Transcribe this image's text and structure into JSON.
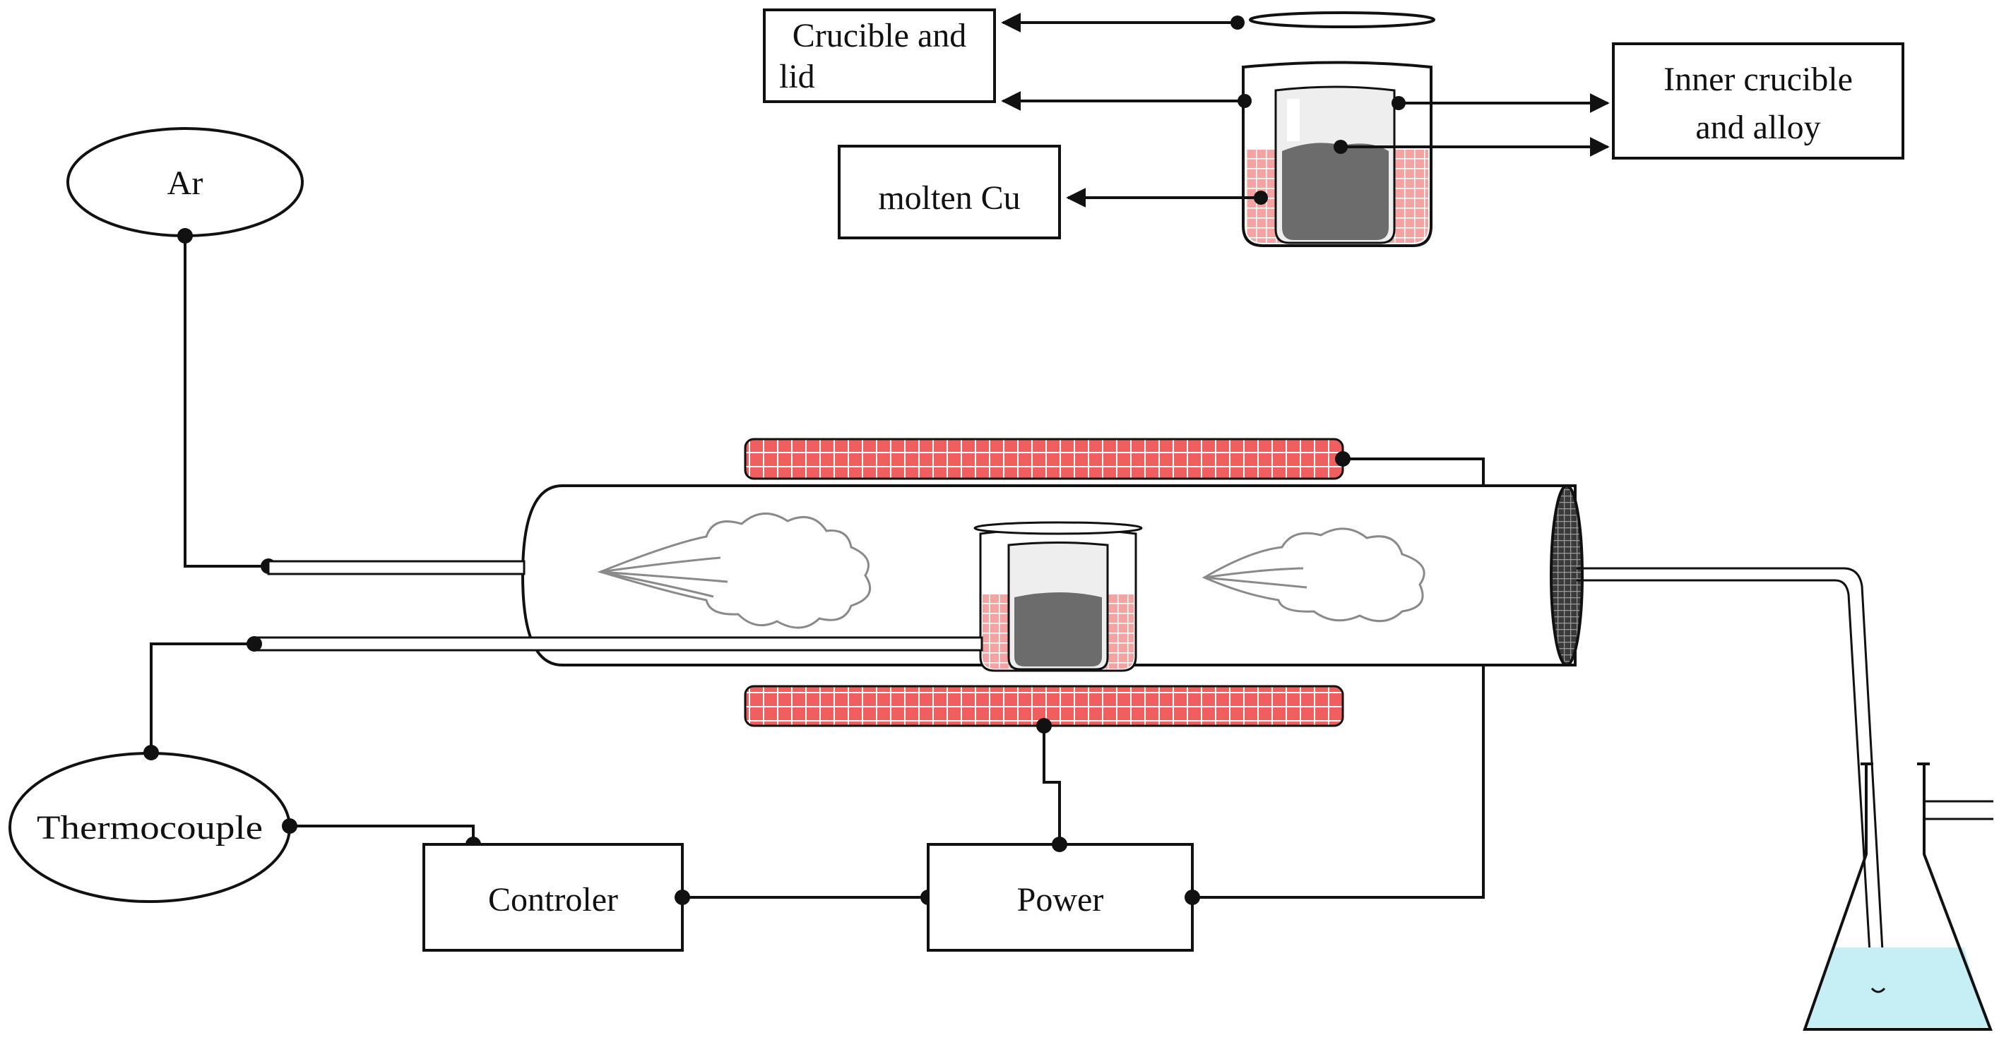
{
  "labels": {
    "crucible_and_lid_1": "Crucible and",
    "crucible_and_lid_2": "lid",
    "inner_crucible_1": "Inner crucible",
    "inner_crucible_2": "and alloy",
    "molten_cu": "molten Cu",
    "ar": "Ar",
    "thermocouple": "Thermocouple",
    "controler": "Controler",
    "power": "Power"
  },
  "colors": {
    "heater_red": "#ef5f5f",
    "melt_pink": "#f4a2a2",
    "alloy_gray": "#6c6c6c",
    "water_blue": "#c6eef5",
    "line": "#111111"
  }
}
